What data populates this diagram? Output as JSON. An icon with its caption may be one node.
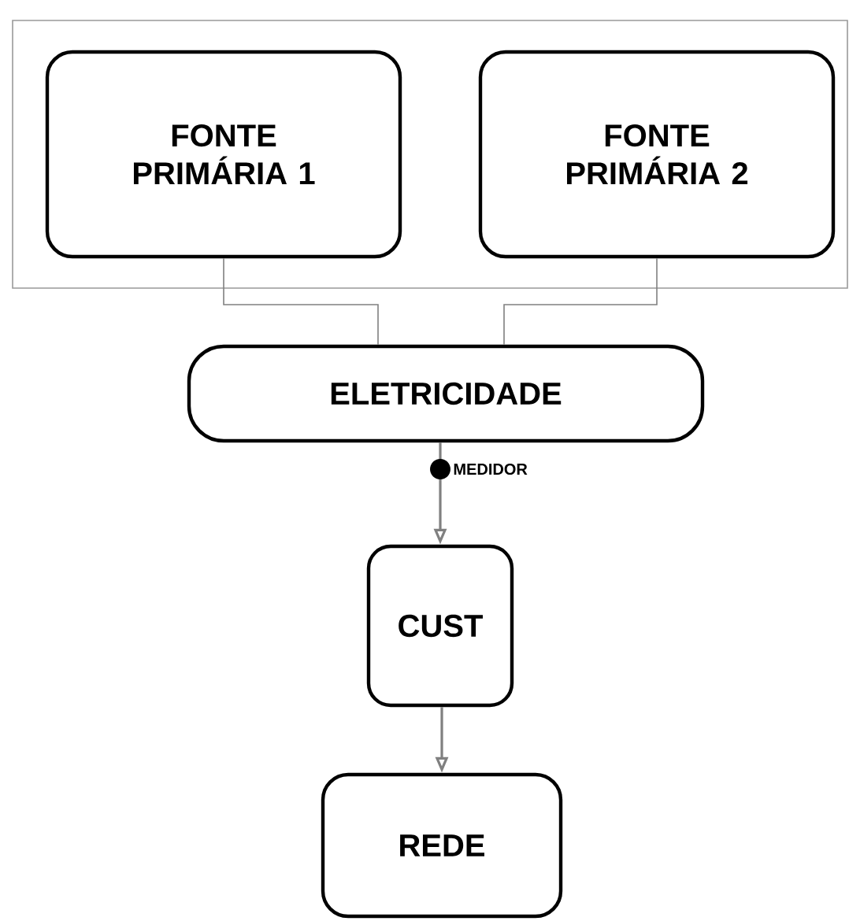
{
  "diagram": {
    "nodes": [
      {
        "text": [],
        "shape": "box"
      },
      {
        "text": [
          "FONTE PRIMÁRIA 1"
        ],
        "in": 0
      },
      {
        "text": [
          "FONTE PRIMÁRIA 2"
        ],
        "in": 0
      },
      {
        "text": [
          "ELETRICIDADE"
        ]
      },
      {
        "text": [
          "CUST"
        ]
      },
      {
        "text": [
          "REDE"
        ]
      }
    ],
    "edges": [
      {
        "from": 1,
        "to": 3,
        "arrow": "none"
      },
      {
        "from": 2,
        "to": 3,
        "arrow": "none"
      },
      {
        "from": 3,
        "to": 4,
        "arrow": "to",
        "label": "MEDIDOR"
      },
      {
        "from": 4,
        "to": 5,
        "arrow": "to"
      }
    ]
  }
}
